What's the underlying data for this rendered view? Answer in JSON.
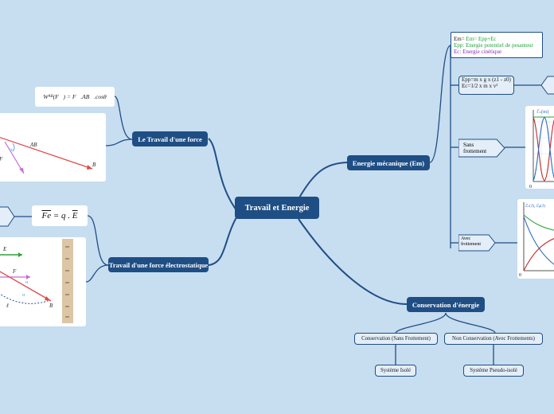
{
  "central": "Travail et Energie",
  "branches": {
    "work_force": "Le Travail d'une force",
    "work_electro": "Travail d'une force électrostatique",
    "energy_mech": "Energie mécanique (Em)",
    "conservation": "Conservation d'énergie"
  },
  "formulas": {
    "work": "W",
    "work_sub": "AB",
    "work_rest": "(F⃗) = F⃗.AB⃗.cosθ",
    "electro_lhs": "Fe",
    "electro_eq": "= q .",
    "electro_rhs": "E"
  },
  "diagram_force": {
    "vec_ab": "AB",
    "point_b": "B",
    "alpha": "α",
    "vec_f": "F"
  },
  "diagram_electro": {
    "vec_e": "E",
    "vec_f": "F",
    "alpha1": "α",
    "alpha2": "α",
    "ell": "ℓ",
    "point_b": "B"
  },
  "energy": {
    "em_line1": "Em= Epp+Ec",
    "em_line2": "Epp: Energie potentiel de pesanteur",
    "em_line3": "Ec: Energie cinétique",
    "epp_line1": "Epp=m x g x (z1 - z0)",
    "epp_line2": "Ec=1/2  x m x v²",
    "sans1": "Sans",
    "sans2": "frottement",
    "avec1": "Avec",
    "avec2": "frottement"
  },
  "graph1": {
    "label": "ℰ",
    "sub": "c",
    "rest": "(m)",
    "origin": "0"
  },
  "graph2": {
    "label": "ℰ",
    "sub": "c",
    "rest": "(J), ℰ",
    "sub2": "p",
    "rest2": "(J)",
    "origin": "0"
  },
  "conservation": {
    "sans": "Conservation (Sans Frottement)",
    "non": "Non Conservation (Avec Frottements)",
    "isole": "Système Isolé",
    "pseudo": "Système Pseudo-isolé"
  },
  "colors": {
    "dark": "#1f4e85",
    "bg": "#c7ddf0",
    "green": "#1aa33a",
    "purple": "#8a2ab8"
  }
}
